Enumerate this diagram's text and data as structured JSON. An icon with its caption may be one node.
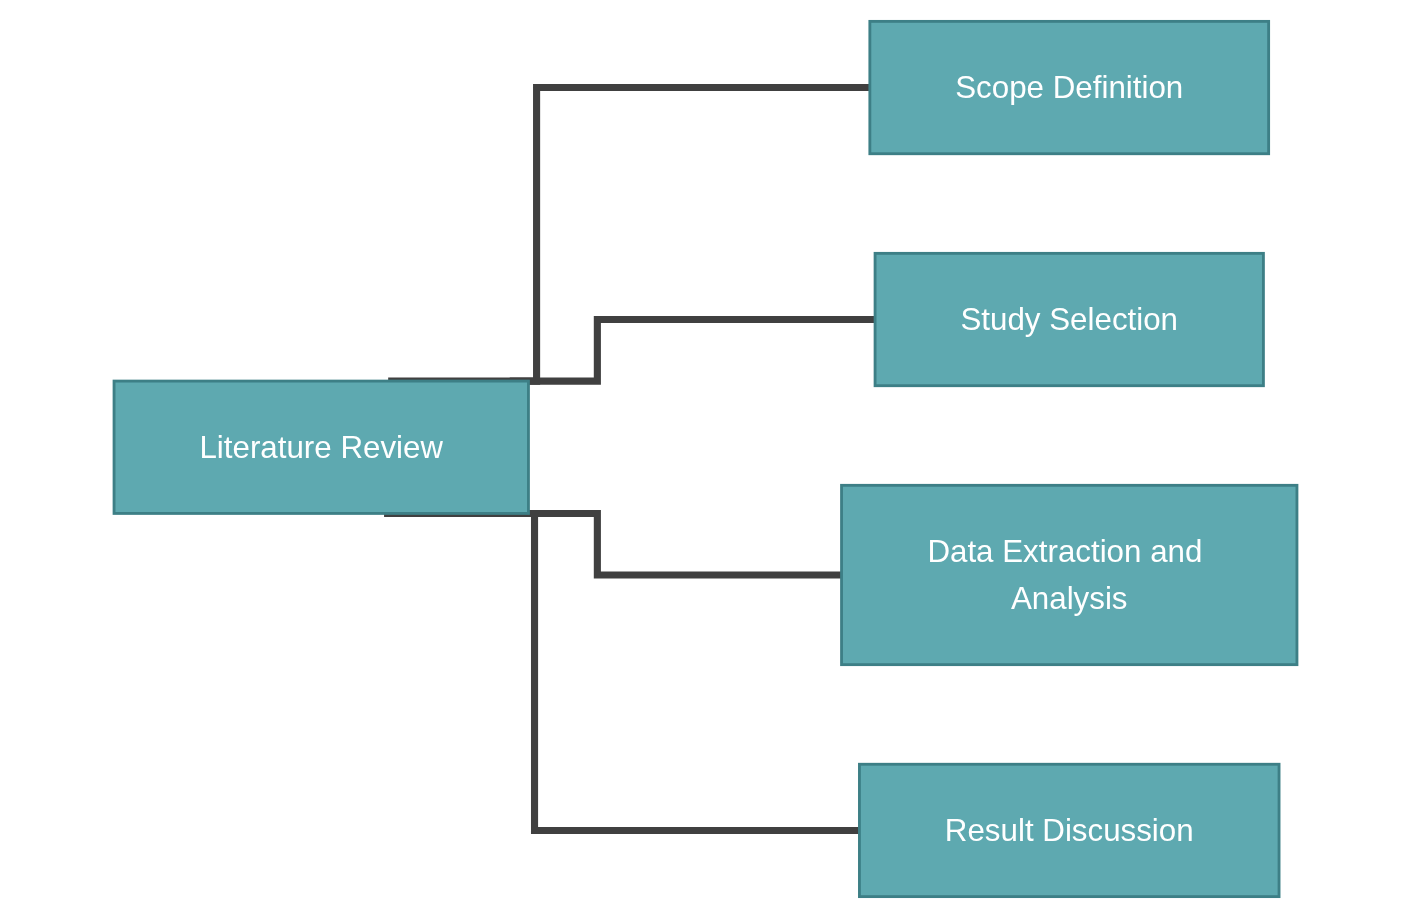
{
  "diagram": {
    "nodes": [
      {
        "text": [
          "Literature Review"
        ]
      },
      {
        "text": [
          "Scope Definition"
        ]
      },
      {
        "text": [
          "Study Selection"
        ]
      },
      {
        "text": [
          "Data Extraction and Analysis"
        ]
      },
      {
        "text": [
          "Result Discussion"
        ]
      }
    ],
    "edges": [
      {
        "from": 0,
        "to": 1,
        "arrow": "none"
      },
      {
        "from": 0,
        "to": 2,
        "arrow": "none"
      },
      {
        "from": 0,
        "to": 3,
        "arrow": "none"
      },
      {
        "from": 0,
        "to": 4,
        "arrow": "none"
      }
    ]
  }
}
